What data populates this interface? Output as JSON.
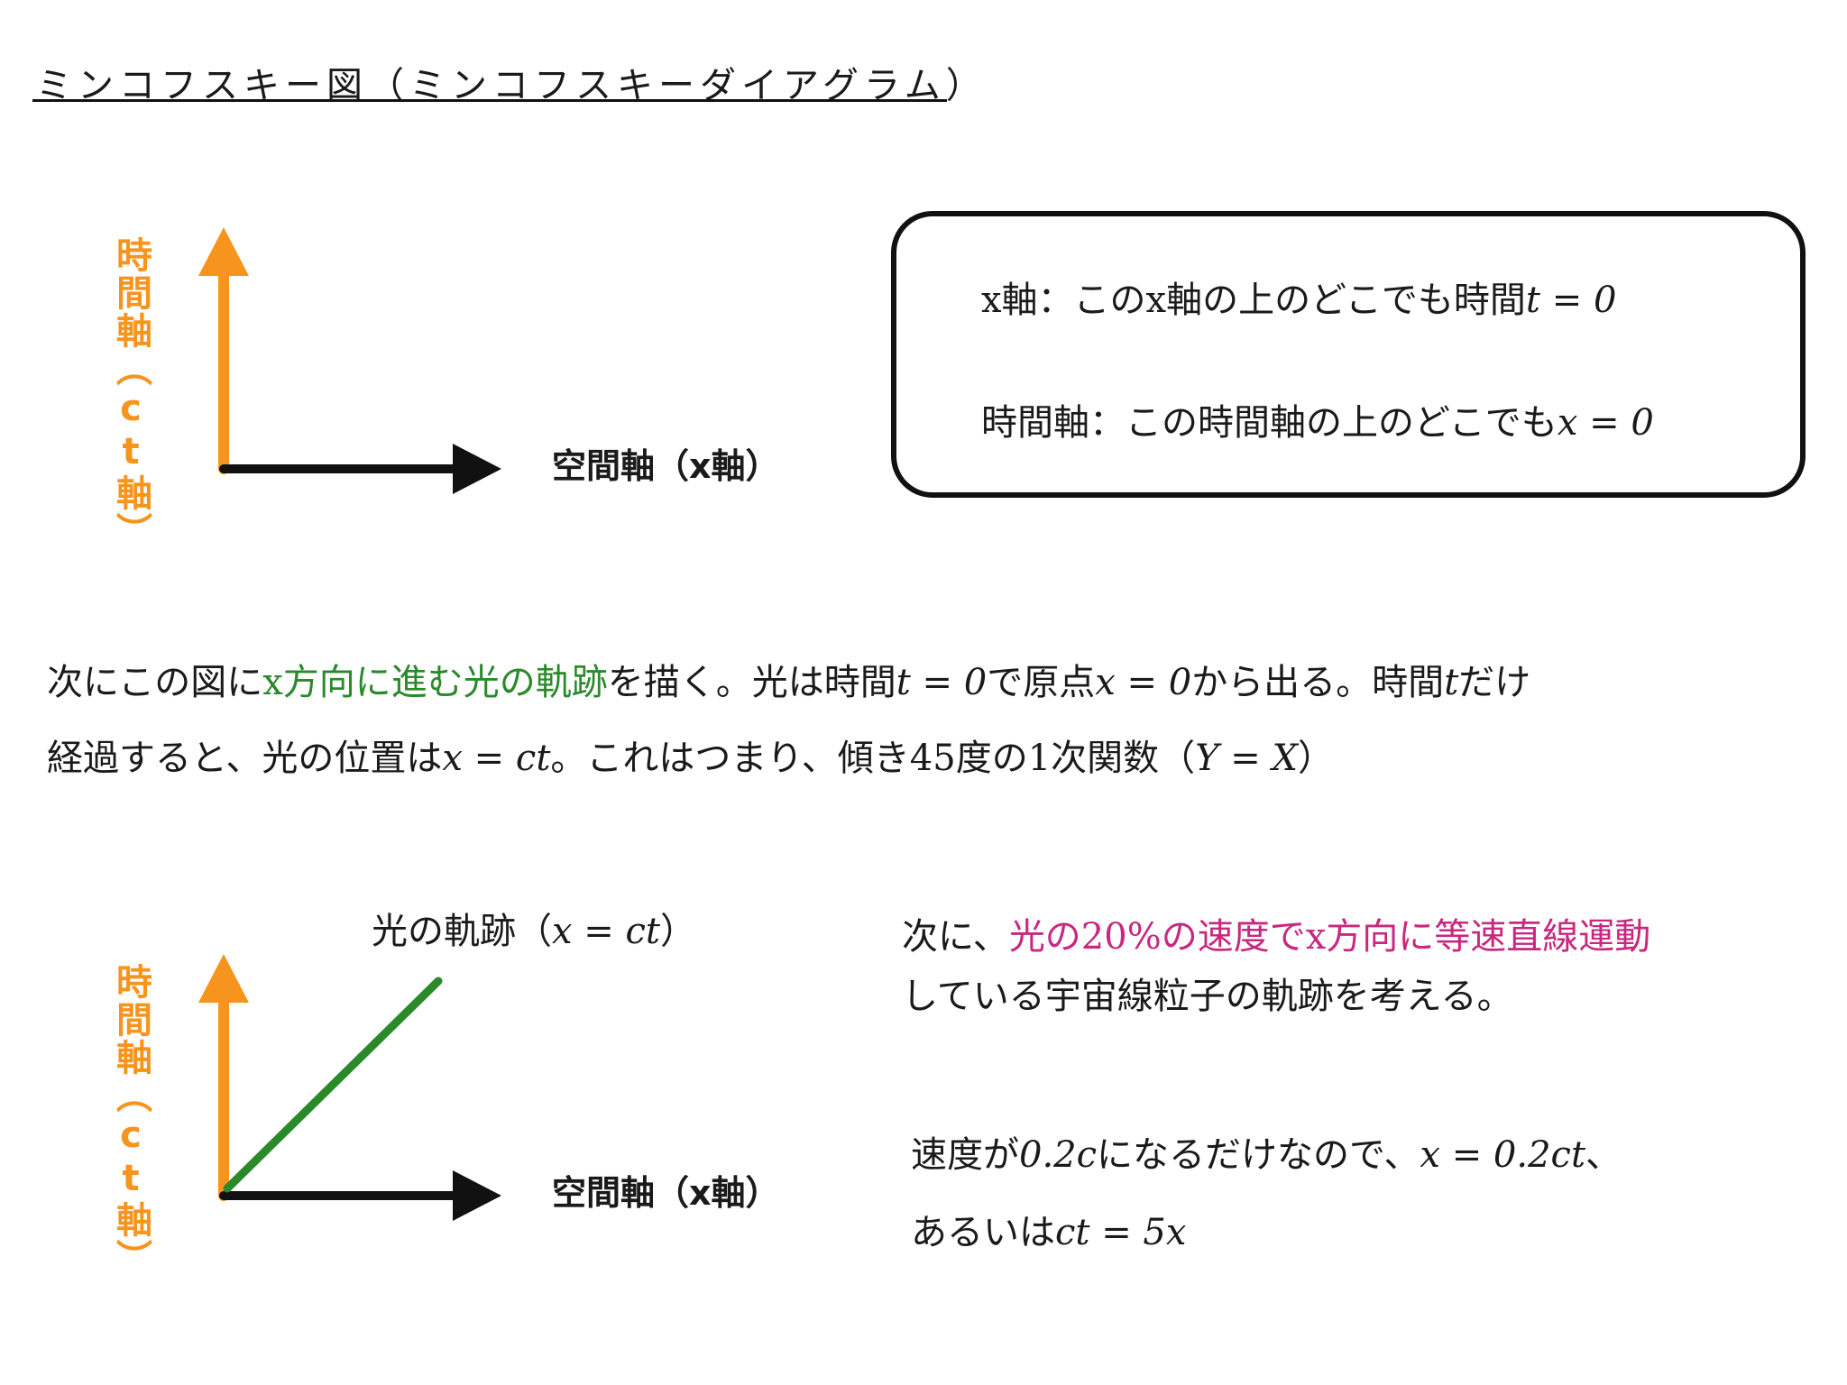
{
  "title": "ミンコフスキー図（ミンコフスキーダイアグラム）",
  "diagram1": {
    "time_axis_label": "時間軸（ct軸）",
    "space_axis_label": "空間軸（x軸）"
  },
  "info_box": {
    "line1_prefix": "x軸：このx軸の上のどこでも時間",
    "line1_math": "t = 0",
    "line2_prefix": "時間軸：この時間軸の上のどこでも",
    "line2_math": "x = 0"
  },
  "paragraph": {
    "l1_a": "次にこの図に",
    "l1_highlight": "x方向に進む光の軌跡",
    "l1_b": "を描く。光は時間",
    "l1_m1": "t = 0",
    "l1_c": "で原点",
    "l1_m2": "x = 0",
    "l1_d": "から出る。時間",
    "l1_m3": "t",
    "l1_e": "だけ",
    "l2_a": "経過すると、光の位置は",
    "l2_m1": "x = ct",
    "l2_b": "。これはつまり、傾き45度の1次関数（",
    "l2_m2": "Y = X",
    "l2_c": "）"
  },
  "diagram2": {
    "light_label_prefix": "光の軌跡（",
    "light_label_math": "x = ct",
    "light_label_suffix": "）",
    "time_axis_label": "時間軸（ct軸）",
    "space_axis_label": "空間軸（x軸）"
  },
  "right_text": {
    "r1_a": "次に、",
    "r1_highlight": "光の20%の速度でx方向に等速直線運動",
    "r2": "している宇宙線粒子の軌跡を考える。",
    "r3_a": "速度が",
    "r3_m1": "0.2c",
    "r3_b": "になるだけなので、",
    "r3_m2": "x = 0.2ct",
    "r3_c": "、",
    "r4_a": "あるいは",
    "r4_m": "ct = 5x"
  },
  "colors": {
    "time_axis": "#f7941d",
    "space_axis": "#111111",
    "light_path": "#2a8a2a",
    "highlight_pink": "#c8287f"
  }
}
